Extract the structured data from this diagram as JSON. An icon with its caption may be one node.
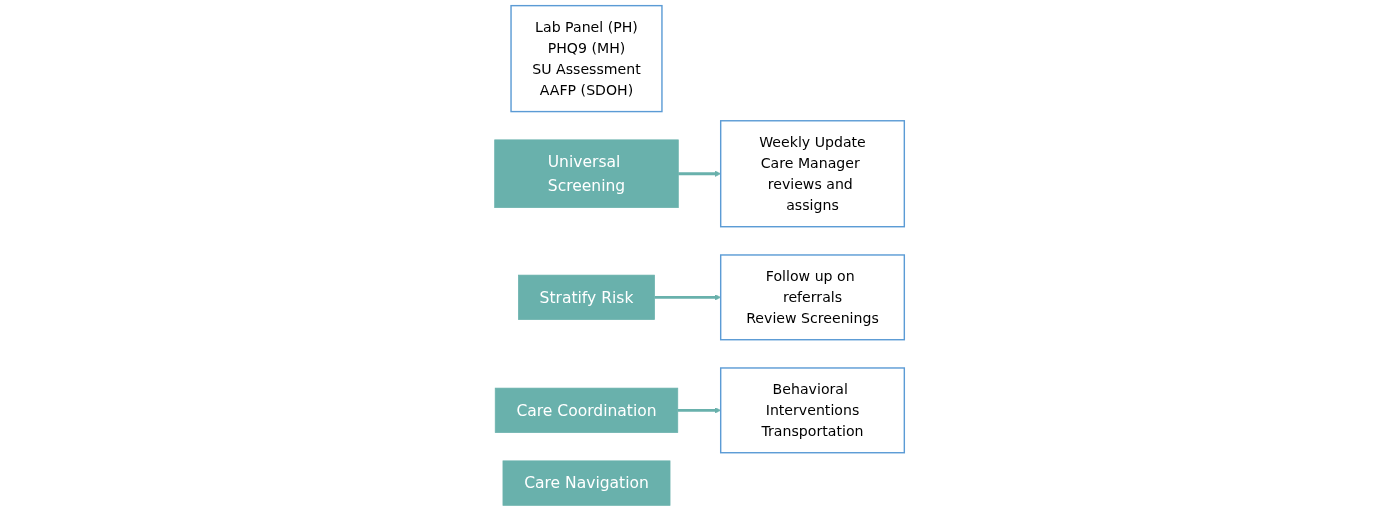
{
  "diagram": {
    "nodes": [
      {
        "text": [
          "Lab Panel (PH)",
          "PHQ9 (MH)",
          "SU Assessment",
          "AAFP (SDOH)"
        ]
      },
      {
        "text": [
          "Universal Screening"
        ]
      },
      {
        "text": [
          "Stratify Risk"
        ]
      },
      {
        "text": [
          "Weekly Update",
          "Care Manager reviews and assigns"
        ]
      },
      {
        "text": [
          "Follow up on referrals",
          "Review Screenings"
        ]
      },
      {
        "text": [
          "Care Coordination"
        ]
      },
      {
        "text": [
          "Care Navigation"
        ]
      },
      {
        "text": [
          "Behavioral Interventions",
          "Transportation"
        ]
      }
    ],
    "edges": [
      {
        "from": 1,
        "to": 3,
        "arrow": "to"
      },
      {
        "from": 2,
        "to": 4,
        "arrow": "to"
      },
      {
        "from": 5,
        "to": 7,
        "arrow": "to"
      }
    ]
  }
}
